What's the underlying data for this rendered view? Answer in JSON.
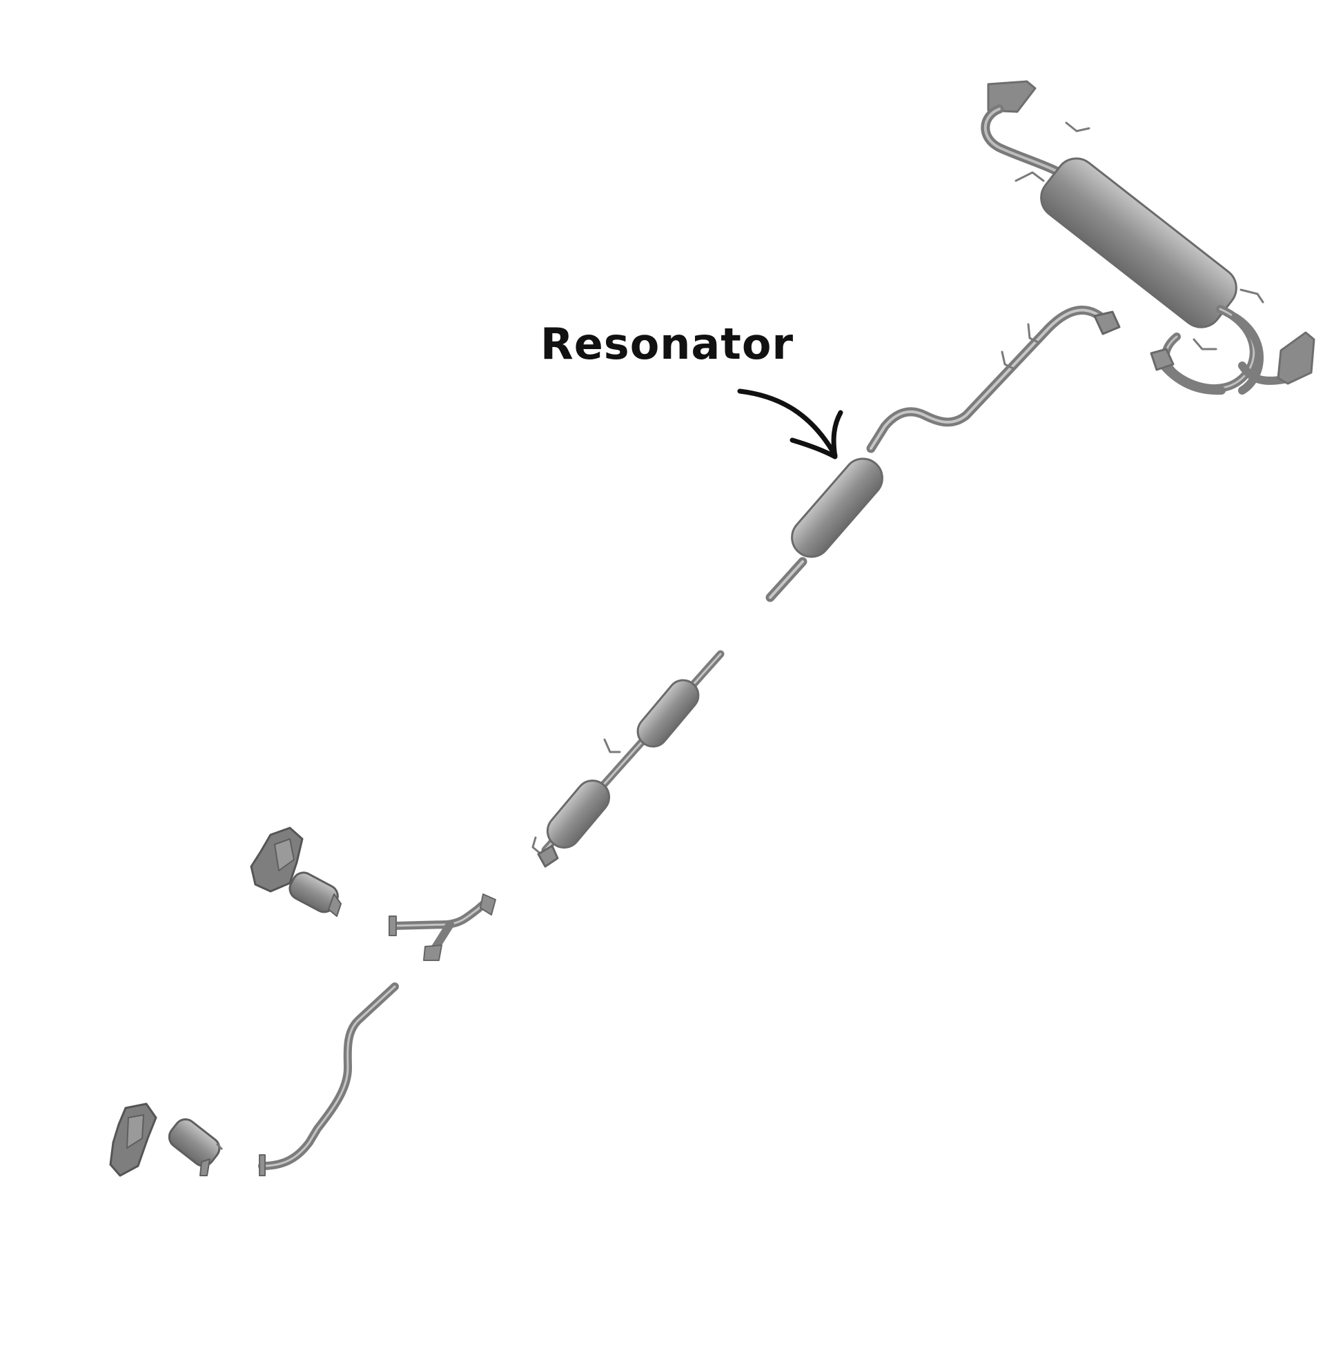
{
  "diagram": {
    "callout_label": "Resonator",
    "colors": {
      "background": "#ffffff",
      "pipe": "#8e8e8e",
      "pipe_dark": "#6f6f6f",
      "pipe_light": "#b8b8b8",
      "arrow": "#111111"
    },
    "parts": [
      {
        "name": "rear-muffler-tailpipe-assembly"
      },
      {
        "name": "resonator-pipe"
      },
      {
        "name": "center-pipe-with-resonators"
      },
      {
        "name": "y-pipe"
      },
      {
        "name": "front-pipe"
      },
      {
        "name": "upper-manifold-catalytic-converter"
      },
      {
        "name": "lower-manifold-catalytic-converter"
      }
    ]
  }
}
